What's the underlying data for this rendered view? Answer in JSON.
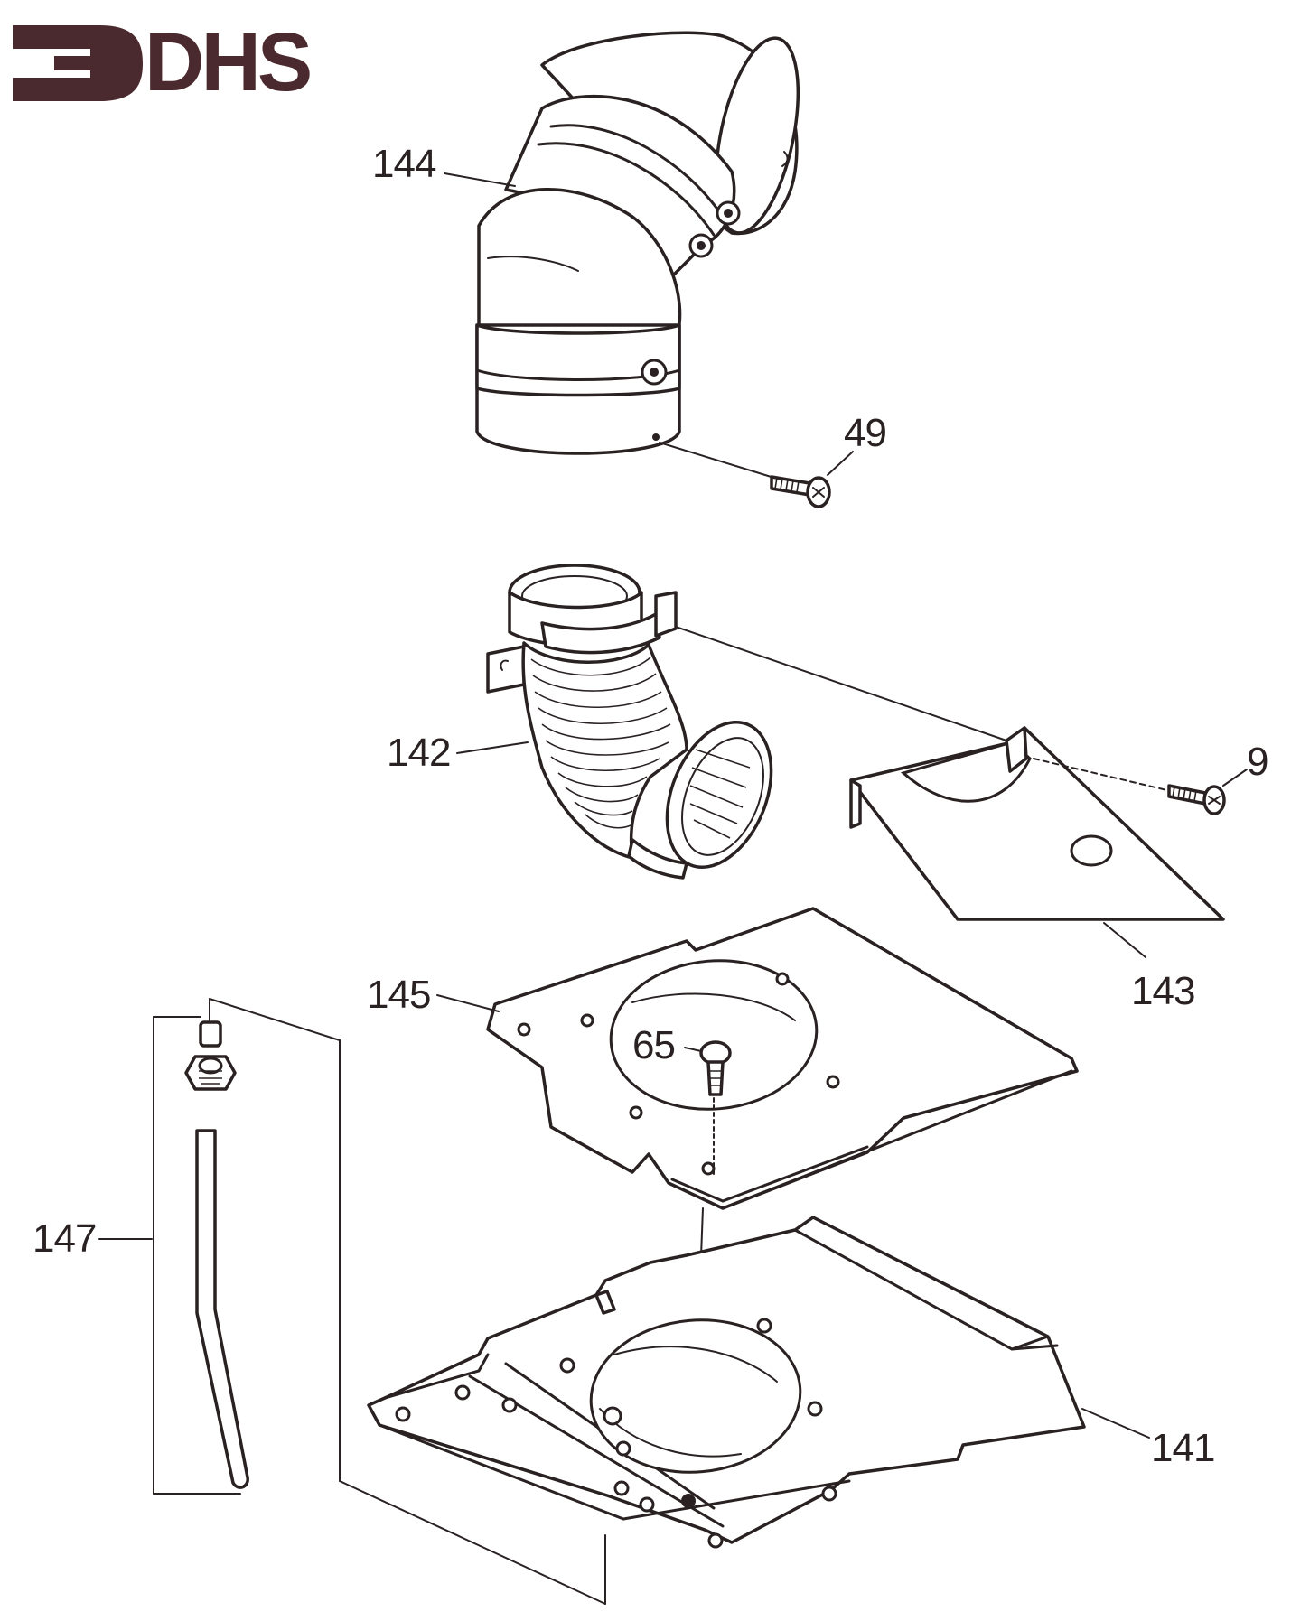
{
  "brand": {
    "logo_text": "DHS",
    "color": "#4a2a2e"
  },
  "callouts": {
    "p144": "144",
    "p49": "49",
    "p142": "142",
    "p9": "9",
    "p143": "143",
    "p145": "145",
    "p65": "65",
    "p147": "147",
    "p141": "141"
  },
  "line_color": "#2a2222"
}
